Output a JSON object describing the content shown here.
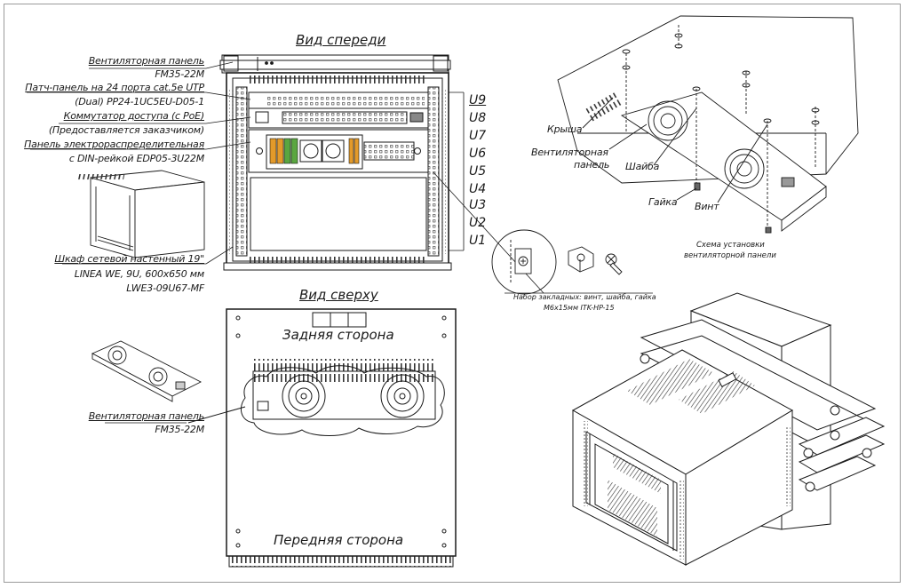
{
  "front_view": {
    "title": "Вид спереди",
    "callouts": {
      "fan_panel": "Вентиляторная панель",
      "fan_panel_model": "FM35-22M",
      "patch_panel": "Патч-панель на 24 порта cat.5e UTP",
      "patch_panel_model": "(Dual) PP24-1UC5EU-D05-1",
      "switch": "Коммутатор доступа (с PoE)",
      "switch_note": "(Предоставляется заказчиком)",
      "power_panel": "Панель электрораспределительная",
      "power_panel_model": "с DIN-рейкой EDP05-3U22M"
    },
    "units": [
      "U9",
      "U8",
      "U7",
      "U6",
      "U5",
      "U4",
      "U3",
      "U2",
      "U1"
    ]
  },
  "cabinet": {
    "name": "Шкаф сетевой настенный 19\"",
    "spec": "LINEA WE, 9U, 600x650 мм",
    "model": "LWE3-09U67-MF"
  },
  "mounting_kit": {
    "name": "Набор закладных: винт, шайба, гайка",
    "model": "M6x15мм ITK-HP-15"
  },
  "install_scheme": {
    "roof": "Крыша",
    "fan_panel_l1": "Вентиляторная",
    "fan_panel_l2": "панель",
    "washer": "Шайба",
    "nut": "Гайка",
    "screw": "Винт",
    "caption_l1": "Схема установки",
    "caption_l2": "вентиляторной панели"
  },
  "top_view": {
    "title": "Вид сверху",
    "rear": "Задняя сторона",
    "front": "Передняя сторона",
    "fan_panel": "Вентиляторная панель",
    "fan_panel_model": "FM35-22M"
  },
  "colors": {
    "line": "#1a1a1a",
    "frame": "#9a9a9a",
    "gray": "#b8b8b8",
    "accent_orange": "#e39a2a",
    "accent_green": "#5aa640"
  }
}
